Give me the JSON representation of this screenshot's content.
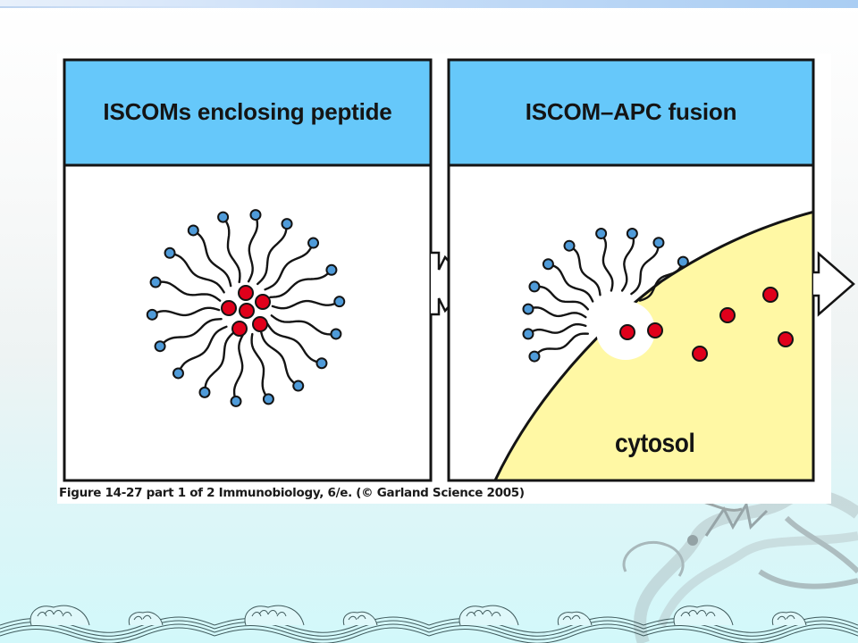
{
  "slide": {
    "background": "pale cyan gradient with decorative ocean-wave border and grey dragon motif",
    "decorations": [
      "top-gradient-bar",
      "wave-border",
      "dragon-illustration"
    ]
  },
  "figure": {
    "caption": "Figure 14-27 part 1 of 2  Immunobiology, 6/e. (© Garland Science 2005)",
    "colors": {
      "header_blue": "#66c8fa",
      "cytosol_yellow": "#fff8a4",
      "lipid_head_blue": "#4f9bd9",
      "peptide_red": "#e0001b",
      "outline": "#141414"
    },
    "panels": [
      {
        "title": "ISCOMs enclosing peptide",
        "contents": {
          "lipid_count": 18,
          "peptide_count": 6,
          "description": "ISCOM micelle with lipid tails surrounding peptide cluster"
        }
      },
      {
        "title": "ISCOM–APC fusion",
        "contents": {
          "lipid_count": 10,
          "peptide_count_in_fusion_pore": 2,
          "peptide_count_in_cytosol": 4,
          "region_label": "cytosol"
        }
      }
    ],
    "arrows": [
      "next-step-arrow",
      "continue-arrow"
    ]
  }
}
